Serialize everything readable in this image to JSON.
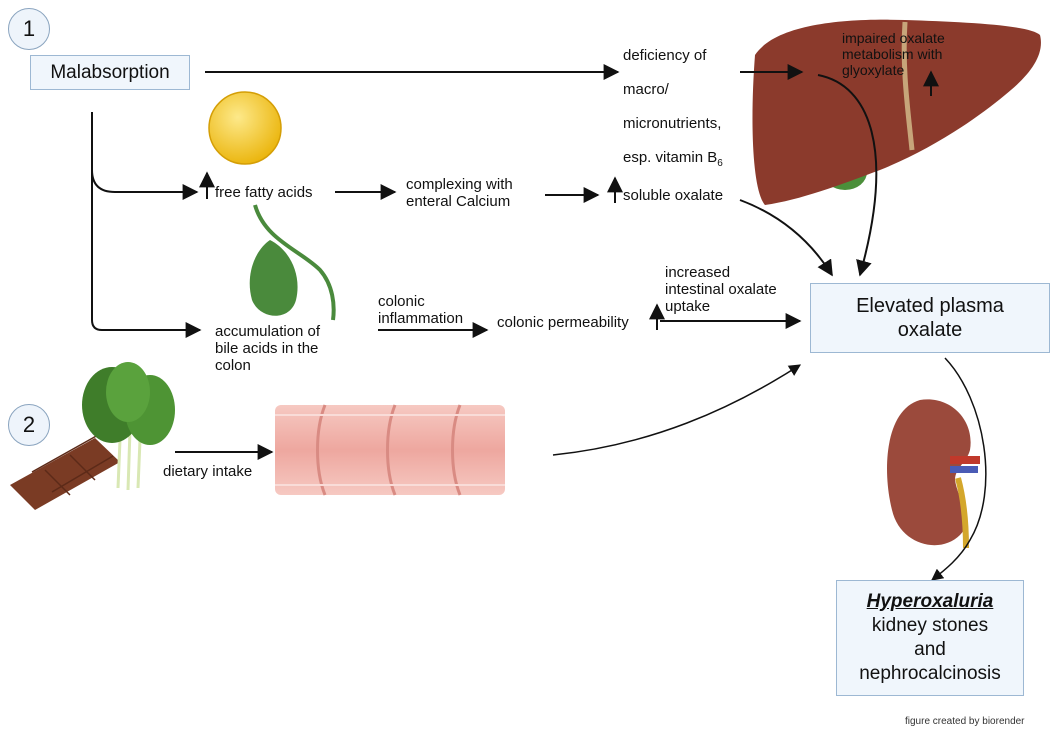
{
  "markers": {
    "one": "1",
    "two": "2"
  },
  "malabsorption": "Malabsorption",
  "deficiency": {
    "line1": "deficiency of",
    "line2": "macro/",
    "line3": "micronutrients,",
    "line4": "esp.  vitamin B",
    "sub": "6"
  },
  "impaired": "impaired oxalate\nmetabolism with\nglyoxylate",
  "free_fatty_acids": "free fatty acids",
  "complexing": "complexing with\nenteral Calcium",
  "soluble_oxalate": "soluble oxalate",
  "accumulation": "accumulation of\nbile acids in the\ncolon",
  "colonic_inflammation": "colonic\ninflammation",
  "colonic_permeability": "colonic permeability",
  "increased_uptake": "increased\nintestinal oxalate\nuptake",
  "elevated": "Elevated plasma\noxalate",
  "dietary_intake": "dietary intake",
  "outcome": {
    "title": "Hyperoxaluria",
    "body": "kidney stones\nand\nnephrocalcinosis"
  },
  "credit": "figure created by biorender",
  "colors": {
    "box_border": "#9db8d3",
    "box_fill": "#f0f6fc",
    "liver": "#8b3a2c",
    "fat": "#f5c518",
    "gallbladder": "#4a8a3c",
    "intestine": "#f0b7b0",
    "kidney": "#9b4a3c",
    "chocolate": "#7a3b24",
    "greens": "#3f7d2a"
  }
}
